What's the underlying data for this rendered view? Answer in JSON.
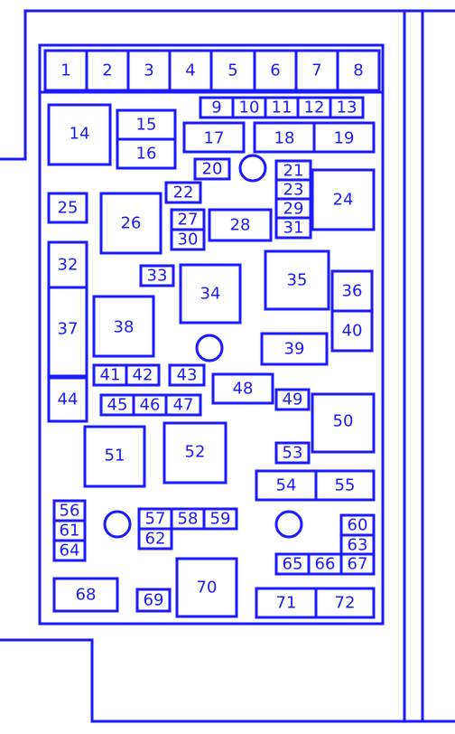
{
  "colors": {
    "line": "#1a1aff",
    "background": "#ffffff"
  },
  "fuses": [
    "1",
    "2",
    "3",
    "4",
    "5",
    "6",
    "7",
    "8",
    "9",
    "10",
    "11",
    "12",
    "13",
    "14",
    "15",
    "16",
    "17",
    "18",
    "19",
    "20",
    "21",
    "22",
    "23",
    "24",
    "25",
    "26",
    "27",
    "28",
    "29",
    "30",
    "31",
    "32",
    "33",
    "34",
    "35",
    "36",
    "37",
    "38",
    "39",
    "40",
    "41",
    "42",
    "43",
    "44",
    "45",
    "46",
    "47",
    "48",
    "49",
    "50",
    "51",
    "52",
    "53",
    "54",
    "55",
    "56",
    "57",
    "58",
    "59",
    "60",
    "61",
    "62",
    "63",
    "64",
    "65",
    "66",
    "67",
    "68",
    "69",
    "70",
    "71",
    "72"
  ]
}
